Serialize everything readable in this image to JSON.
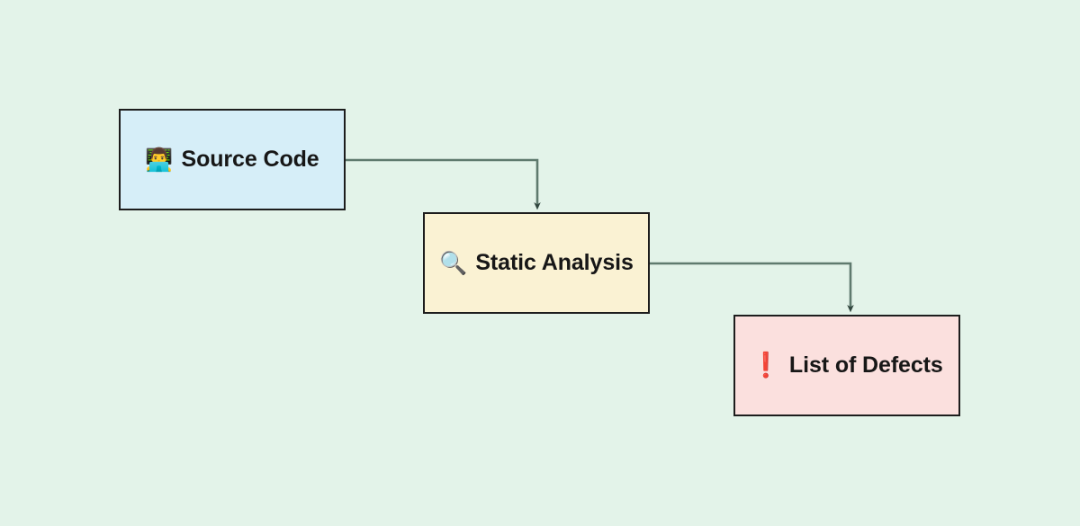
{
  "diagram": {
    "type": "flowchart",
    "orientation": "left-to-right-cascading",
    "background_color": "#e3f3e9",
    "edge_color": "#5f7a6e",
    "nodes": [
      {
        "id": "source-code",
        "label": "Source Code",
        "icon": "👨‍💻",
        "icon_name": "person-at-computer-icon",
        "fill_color": "#d6eef8",
        "border_color": "#1d1d1d"
      },
      {
        "id": "static-analysis",
        "label": "Static Analysis",
        "icon": "🔍",
        "icon_name": "magnifying-glass-icon",
        "fill_color": "#faf2d3",
        "border_color": "#1d1d1d"
      },
      {
        "id": "list-of-defects",
        "label": "List of Defects",
        "icon": "❗",
        "icon_name": "exclamation-mark-icon",
        "fill_color": "#fbe0de",
        "border_color": "#1d1d1d"
      }
    ],
    "edges": [
      {
        "id": "edge-source-to-analysis",
        "from": "source-code",
        "to": "static-analysis",
        "style": "elbow-arrow"
      },
      {
        "id": "edge-analysis-to-defects",
        "from": "static-analysis",
        "to": "list-of-defects",
        "style": "elbow-arrow"
      }
    ]
  }
}
